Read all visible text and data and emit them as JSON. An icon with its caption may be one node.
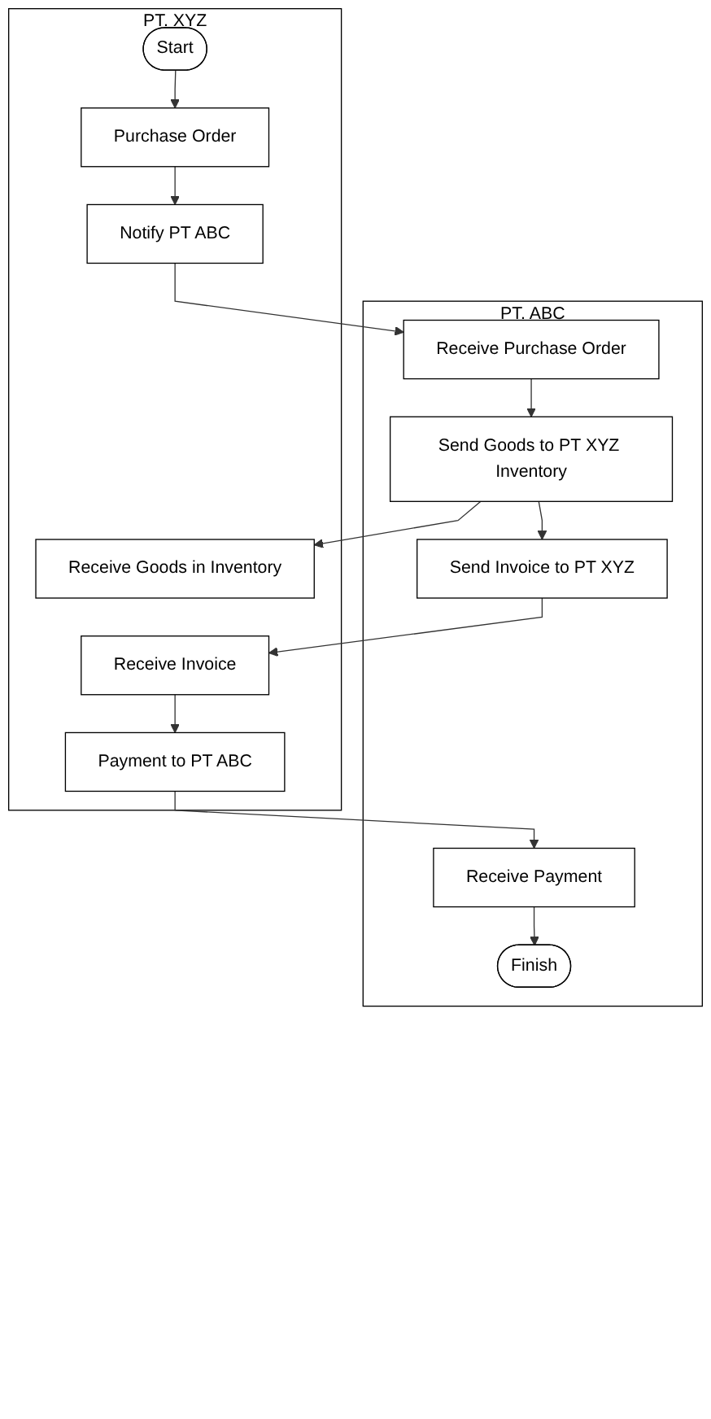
{
  "diagram": {
    "nodes": [
      {
        "text": [
          "PT. ABC"
        ]
      },
      {
        "text": [
          "PT. XYZ"
        ]
      },
      {
        "text": [
          "Start"
        ],
        "in": 1
      },
      {
        "text": [
          "Purchase Order"
        ],
        "in": 1
      },
      {
        "text": [
          "Notify PT ABC"
        ],
        "in": 1
      },
      {
        "text": [
          "Receive Purchase Order"
        ],
        "in": 0
      },
      {
        "text": [
          "Send Goods to PT XYZ Inventory"
        ],
        "in": 0
      },
      {
        "text": [
          "Receive Goods in Inventory"
        ],
        "in": 1
      },
      {
        "text": [
          "Send Invoice to PT XYZ"
        ],
        "in": 0
      },
      {
        "text": [
          "Receive Invoice"
        ],
        "in": 1
      },
      {
        "text": [
          "Payment to PT ABC"
        ],
        "in": 1
      },
      {
        "text": [
          "Receive Payment"
        ],
        "in": 0
      },
      {
        "text": [
          "Finish"
        ],
        "in": 0
      }
    ],
    "edges": [
      {
        "from": 2,
        "to": 3,
        "arrow": "to"
      },
      {
        "from": 3,
        "to": 4,
        "arrow": "to"
      },
      {
        "from": 4,
        "to": 5,
        "arrow": "to"
      },
      {
        "from": 5,
        "to": 6,
        "arrow": "to"
      },
      {
        "from": 6,
        "to": 7,
        "arrow": "to"
      },
      {
        "from": 6,
        "to": 8,
        "arrow": "to"
      },
      {
        "from": 8,
        "to": 9,
        "arrow": "to"
      },
      {
        "from": 9,
        "to": 10,
        "arrow": "to"
      },
      {
        "from": 10,
        "to": 11,
        "arrow": "to"
      },
      {
        "from": 11,
        "to": 12,
        "arrow": "to"
      }
    ]
  }
}
